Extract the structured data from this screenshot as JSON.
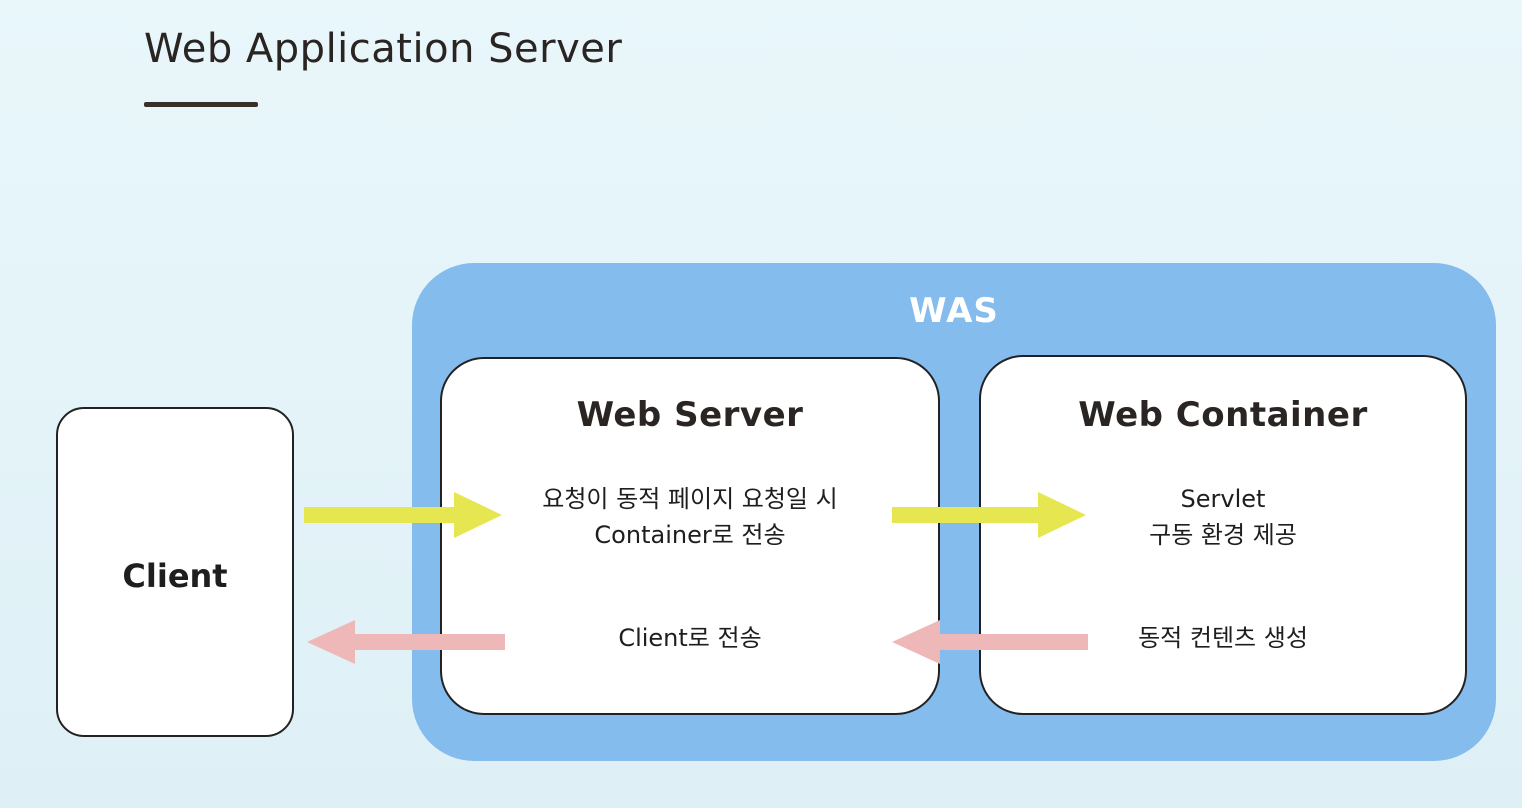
{
  "title": "Web Application Server",
  "client": {
    "label": "Client"
  },
  "was": {
    "label": "WAS",
    "web_server": {
      "heading": "Web Server",
      "request_line1": "요청이 동적 페이지 요청일 시",
      "request_line2": "Container로 전송",
      "response_text": "Client로 전송"
    },
    "web_container": {
      "heading": "Web Container",
      "request_line1": "Servlet",
      "request_line2": "구동 환경 제공",
      "response_text": "동적 컨텐츠 생성"
    }
  },
  "colors": {
    "request_arrow": "#e6e650",
    "response_arrow": "#eeb8b8",
    "was_fill": "#85bcee"
  }
}
